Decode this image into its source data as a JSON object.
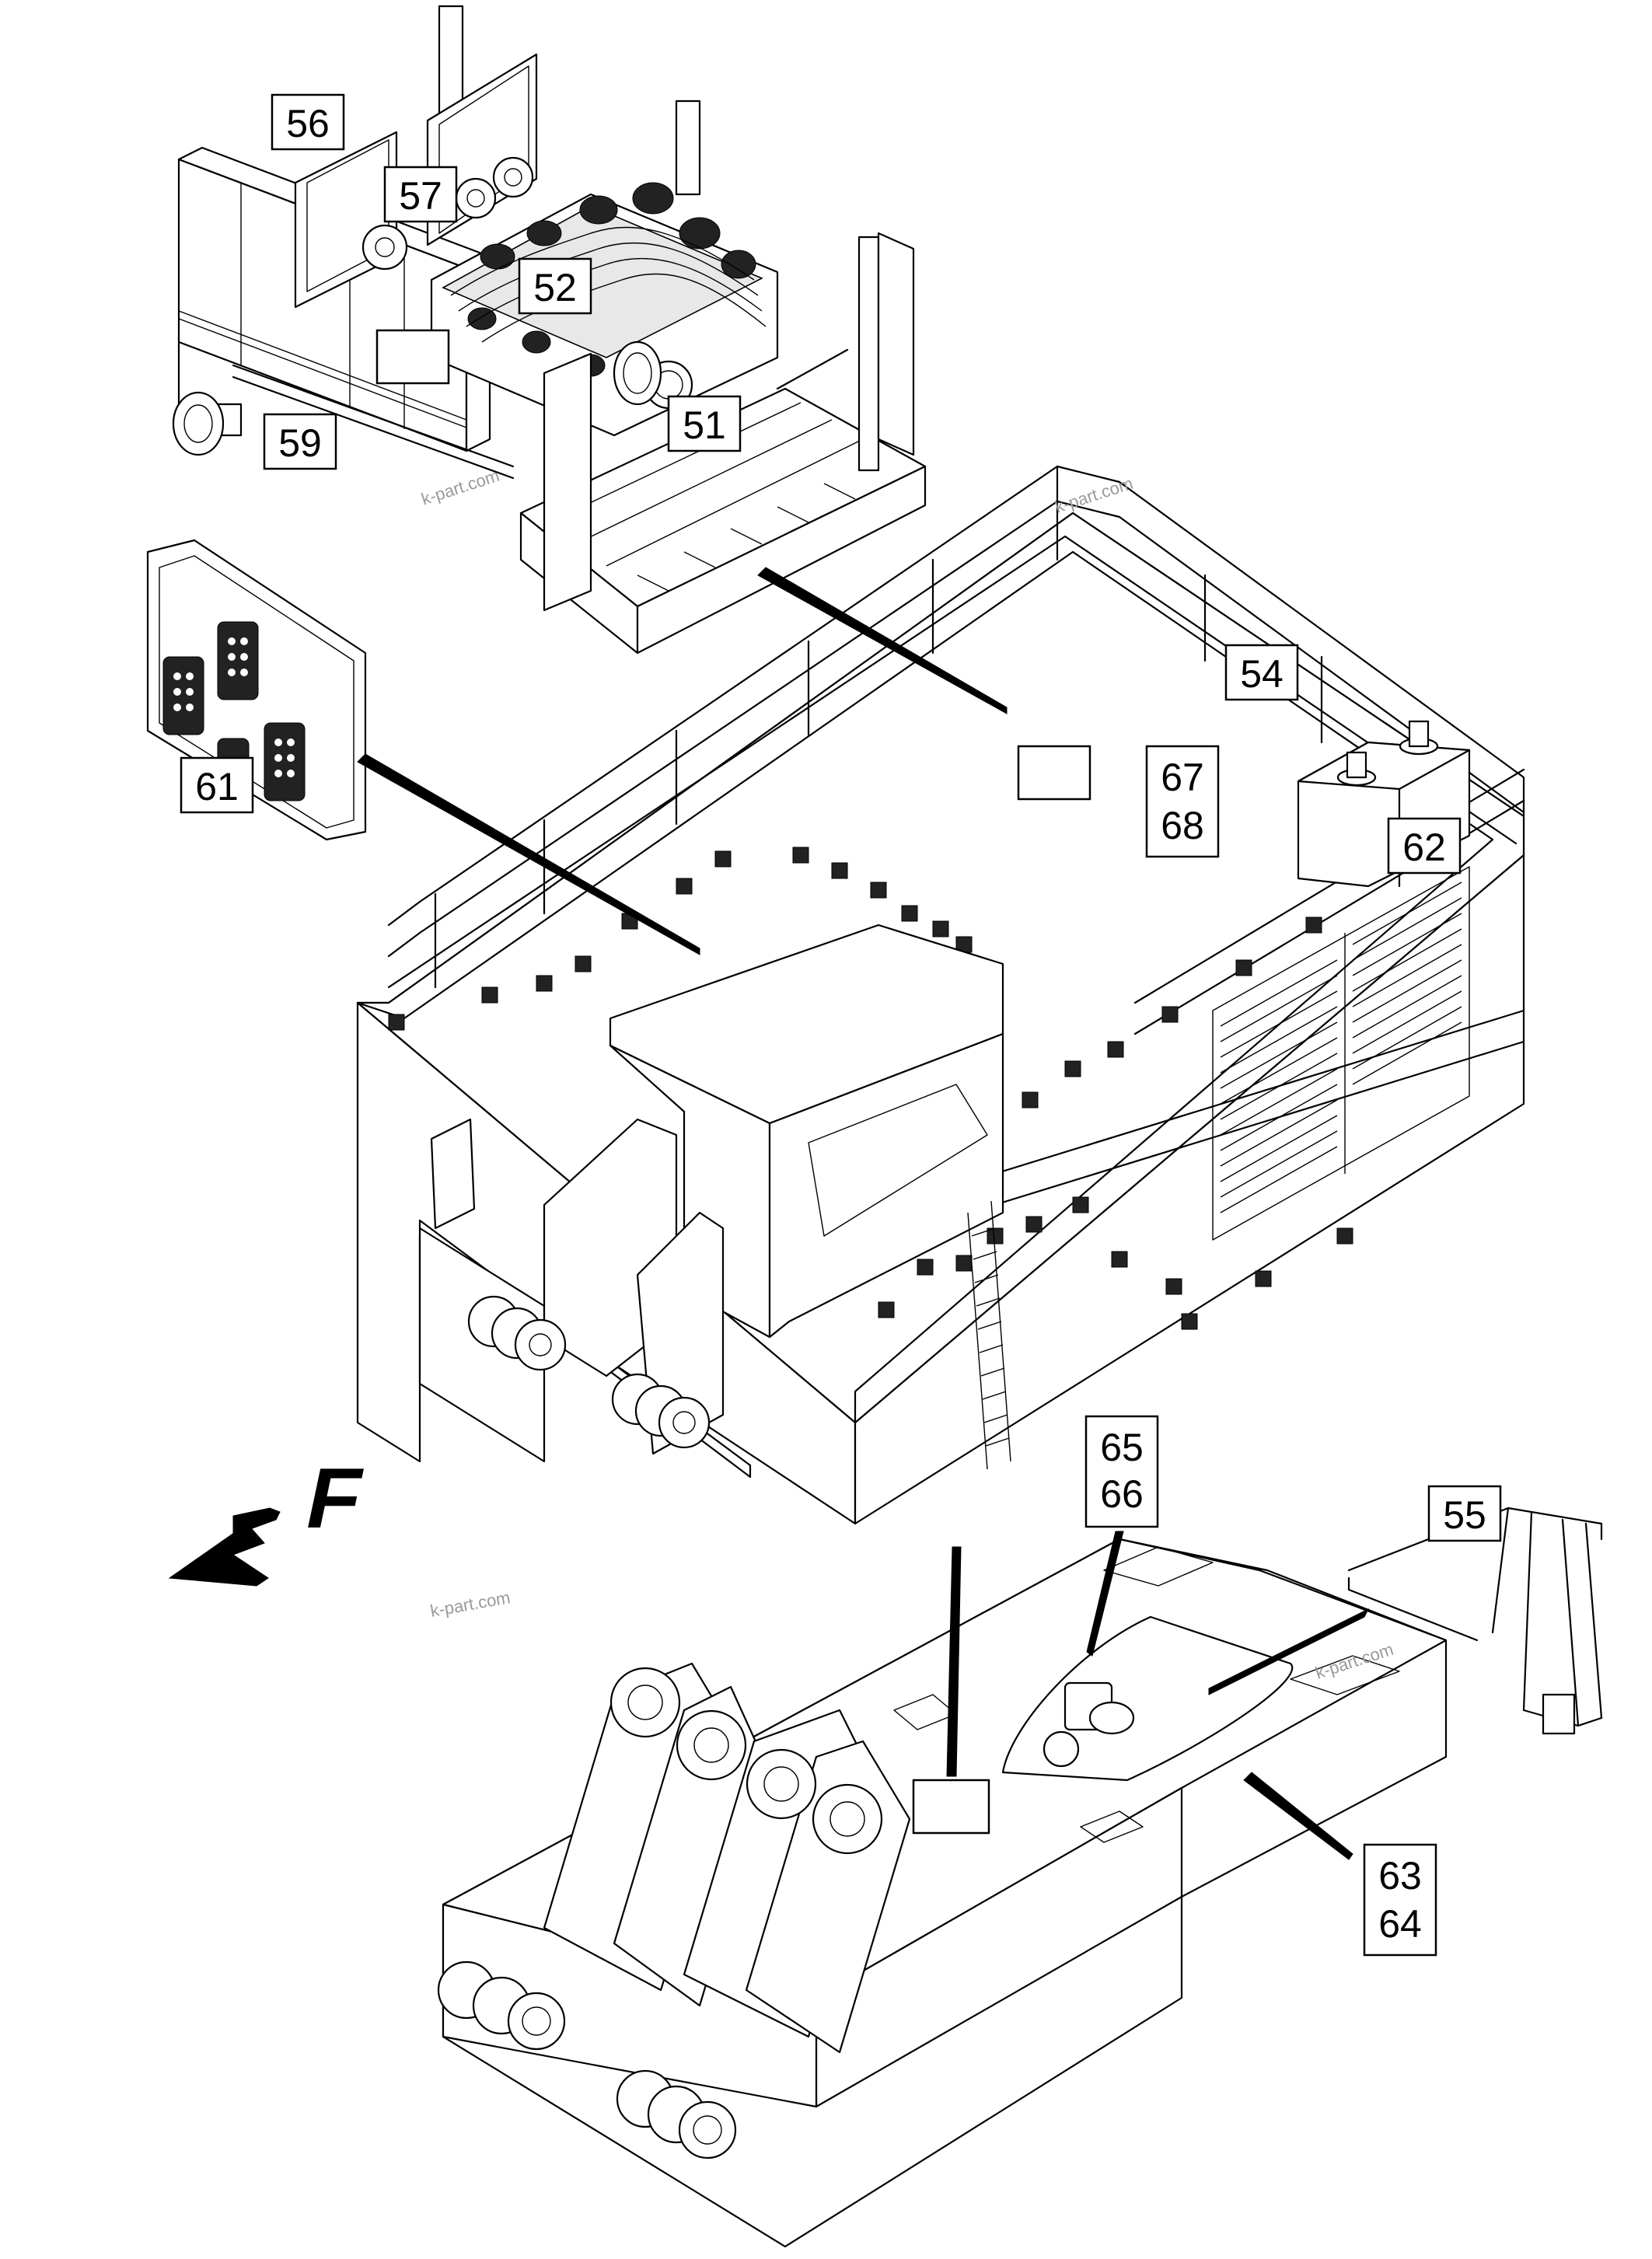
{
  "callouts": [
    {
      "id": "c56",
      "lines": [
        "56"
      ]
    },
    {
      "id": "c57",
      "lines": [
        "57"
      ]
    },
    {
      "id": "c52",
      "lines": [
        "52"
      ]
    },
    {
      "id": "c51",
      "lines": [
        "51"
      ]
    },
    {
      "id": "c59",
      "lines": [
        "59"
      ]
    },
    {
      "id": "c54",
      "lines": [
        "54"
      ]
    },
    {
      "id": "c61",
      "lines": [
        "61"
      ]
    },
    {
      "id": "c6768",
      "lines": [
        "67",
        "68"
      ]
    },
    {
      "id": "c62",
      "lines": [
        "62"
      ]
    },
    {
      "id": "c6566",
      "lines": [
        "65",
        "66"
      ]
    },
    {
      "id": "c55",
      "lines": [
        "55"
      ]
    },
    {
      "id": "c6364",
      "lines": [
        "63",
        "64"
      ]
    }
  ],
  "blank_boxes": 3,
  "front_marker": "F",
  "watermarks": [
    "k-part.com",
    "k-part.com",
    "k-part.com",
    "k-part.com"
  ]
}
